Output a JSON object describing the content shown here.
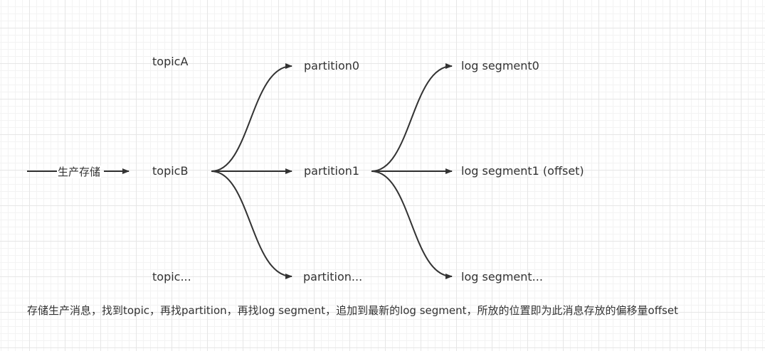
{
  "diagram": {
    "input_label": "生产存储",
    "topics": [
      "topicA",
      "topicB",
      "topic..."
    ],
    "partitions": [
      "partition0",
      "partition1",
      "partition..."
    ],
    "segments": [
      "log segment0",
      "log segment1 (offset)",
      "log segment..."
    ],
    "caption": "存储生产消息，找到topic，再找partition，再找log segment，追加到最新的log segment，所放的位置即为此消息存放的偏移量offset",
    "stroke_color": "#333333"
  }
}
